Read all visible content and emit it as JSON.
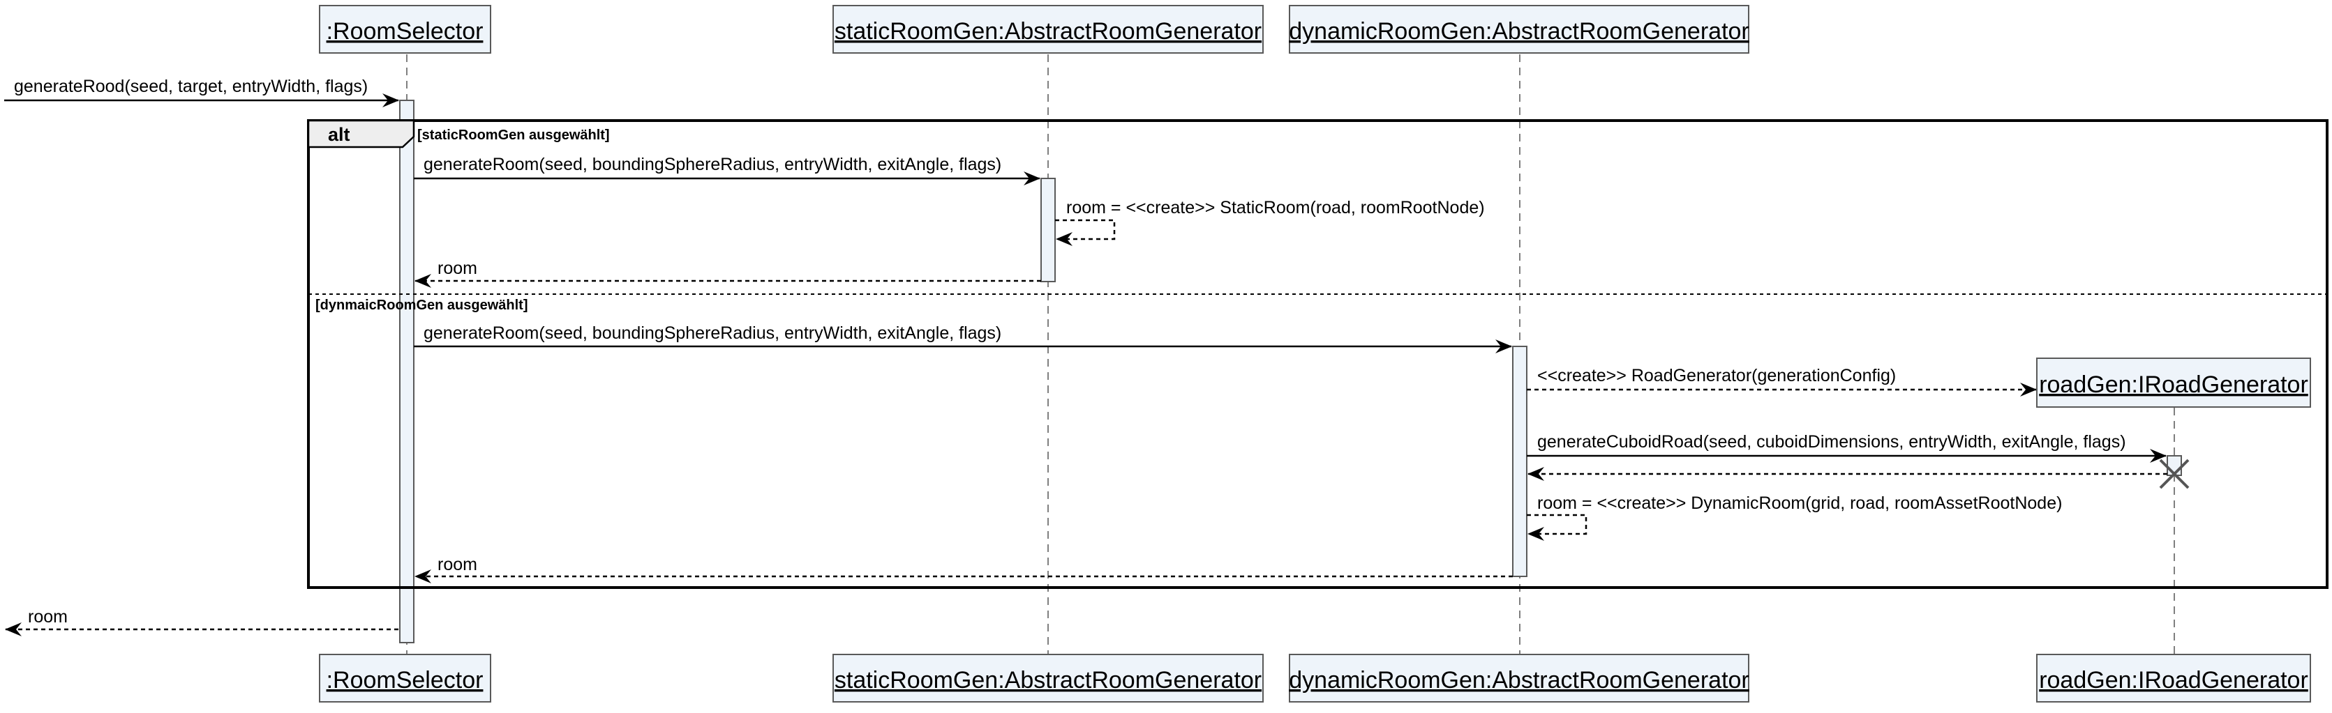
{
  "participants": {
    "room_selector": ":RoomSelector",
    "static_room_gen": "staticRoomGen:AbstractRoomGenerator",
    "dynamic_room_gen": "dynamicRoomGen:AbstractRoomGenerator",
    "road_gen": "roadGen:IRoadGenerator"
  },
  "messages": {
    "generate_road": "generateRood(seed, target, entryWidth, flags)",
    "generate_room_static": "generateRoom(seed, boundingSphereRadius, entryWidth, exitAngle, flags)",
    "create_static_room": "room = <<create>> StaticRoom(road, roomRootNode)",
    "return_room_static": "room",
    "generate_room_dynamic": "generateRoom(seed, boundingSphereRadius, entryWidth, exitAngle, flags)",
    "create_road_generator": "<<create>> RoadGenerator(generationConfig)",
    "generate_cuboid_road": "generateCuboidRoad(seed, cuboidDimensions, entryWidth, exitAngle, flags)",
    "create_dynamic_room": "room = <<create>> DynamicRoom(grid, road, roomAssetRootNode)",
    "return_room_dynamic": "room",
    "return_room_final": "room"
  },
  "fragment": {
    "operator": "alt",
    "guard_static": "[staticRoomGen ausgewählt]",
    "guard_dynamic": "[dynmaicRoomGen ausgewählt]"
  },
  "colors": {
    "participant_fill": "#eef4fa",
    "participant_border": "#595959",
    "lifeline": "#7f7f7f"
  }
}
